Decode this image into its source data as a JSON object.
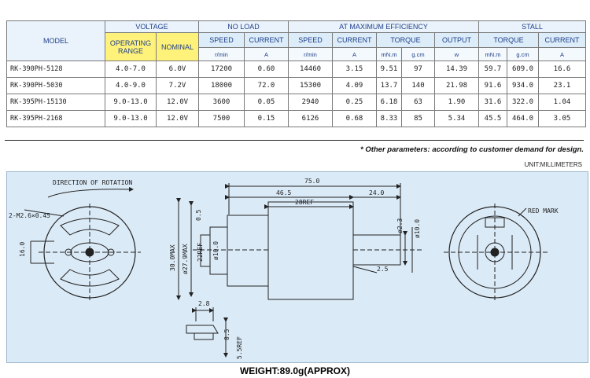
{
  "table": {
    "headers": {
      "model": "MODEL",
      "voltage": "VOLTAGE",
      "no_load": "NO LOAD",
      "max_eff": "AT MAXIMUM EFFICIENCY",
      "stall": "STALL",
      "operating_range_1": "OPERATING",
      "operating_range_2": "RANGE",
      "nominal": "NOMINAL",
      "speed": "SPEED",
      "current": "CURRENT",
      "torque": "TORQUE",
      "output": "OUTPUT"
    },
    "units": {
      "rpm": "r/min",
      "amp": "A",
      "mnm": "mN.m",
      "gcm": "g.cm",
      "watt": "w"
    },
    "rows": [
      {
        "model": "RK-390PH-5128",
        "range": "4.0-7.0",
        "nominal": "6.0V",
        "nl_speed": "17200",
        "nl_current": "0.60",
        "me_speed": "14460",
        "me_current": "3.15",
        "me_torque_mnm": "9.51",
        "me_torque_gcm": "97",
        "me_output": "14.39",
        "st_torque_mnm": "59.7",
        "st_torque_gcm": "609.0",
        "st_current": "16.6"
      },
      {
        "model": "RK-390PH-5030",
        "range": "4.0-9.0",
        "nominal": "7.2V",
        "nl_speed": "18000",
        "nl_current": "72.0",
        "me_speed": "15300",
        "me_current": "4.09",
        "me_torque_mnm": "13.7",
        "me_torque_gcm": "140",
        "me_output": "21.98",
        "st_torque_mnm": "91.6",
        "st_torque_gcm": "934.0",
        "st_current": "23.1"
      },
      {
        "model": "RK-395PH-15130",
        "range": "9.0-13.0",
        "nominal": "12.0V",
        "nl_speed": "3600",
        "nl_current": "0.05",
        "me_speed": "2940",
        "me_current": "0.25",
        "me_torque_mnm": "6.18",
        "me_torque_gcm": "63",
        "me_output": "1.90",
        "st_torque_mnm": "31.6",
        "st_torque_gcm": "322.0",
        "st_current": "1.04"
      },
      {
        "model": "RK-395PH-2168",
        "range": "9.0-13.0",
        "nominal": "12.0V",
        "nl_speed": "7500",
        "nl_current": "0.15",
        "me_speed": "6126",
        "me_current": "0.68",
        "me_torque_mnm": "8.33",
        "me_torque_gcm": "85",
        "me_output": "5.34",
        "st_torque_mnm": "45.5",
        "st_torque_gcm": "464.0",
        "st_current": "3.05"
      }
    ]
  },
  "note": "* Other parameters: according to customer demand for design.",
  "unit_note": "UNIT:MILLIMETERS",
  "drawing": {
    "direction_label": "DIRECTION OF ROTATION",
    "screw_label": "2-M2.6×0.45",
    "dim_16": "16.0",
    "dim_75": "75.0",
    "dim_46_5": "46.5",
    "dim_24": "24.0",
    "dim_28ref": "28REF",
    "dim_0_5_top": "0.5",
    "dim_30max": "30.0MAX",
    "dim_27_9max": "ø27.9MAX",
    "dim_22ref": "22REF",
    "dim_10": "ø10.0",
    "dim_2_3": "ø2.3",
    "dim_10_right": "ø10.0",
    "dim_2_5": "2.5",
    "red_mark": "RED MARK",
    "dim_2_8": "2.8",
    "dim_0_5_bottom": "0.5",
    "dim_5_5ref": "5.5REF"
  },
  "weight": "WEIGHT:89.0g(APPROX)"
}
